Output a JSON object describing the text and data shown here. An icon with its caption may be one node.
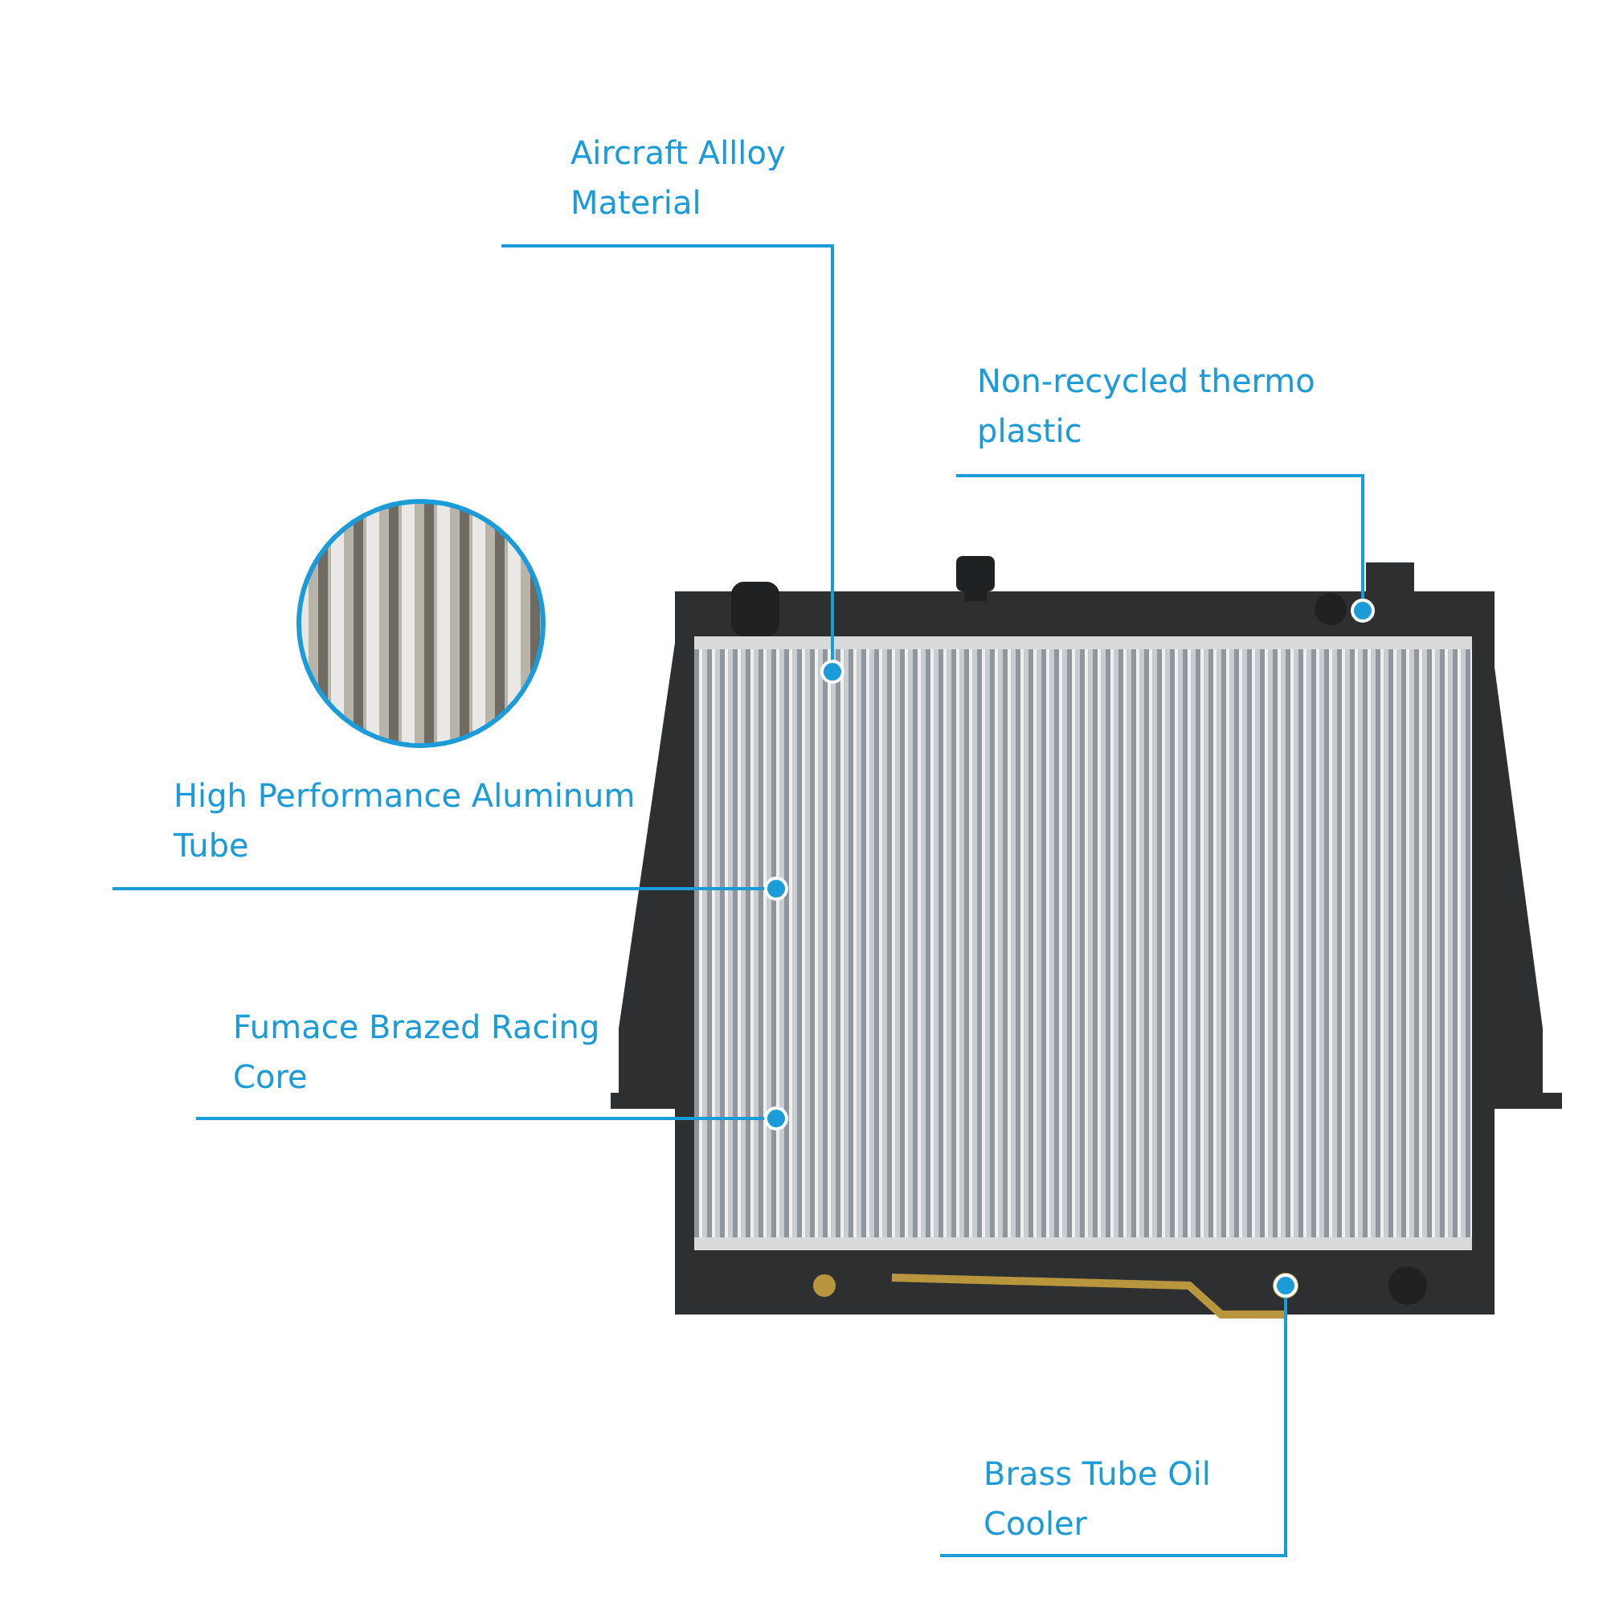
{
  "diagram": {
    "nodes": [
      {
        "text": [
          "Aircraft Allloy Material"
        ]
      },
      {
        "text": [
          "Non-recycled thermo plastic"
        ]
      },
      {
        "text": [
          "High Performance Aluminum Tube"
        ]
      },
      {
        "text": [
          "Fumace Brazed Racing Core"
        ]
      },
      {
        "text": [
          "Brass Tube Oil Cooler"
        ]
      }
    ],
    "edges": [
      {
        "from": 0,
        "to": null,
        "arrow": "other"
      },
      {
        "from": 1,
        "to": null,
        "arrow": "other"
      },
      {
        "from": 2,
        "to": null,
        "arrow": "other"
      },
      {
        "from": 3,
        "to": null,
        "arrow": "other"
      },
      {
        "from": 4,
        "to": null,
        "arrow": "other"
      }
    ]
  }
}
